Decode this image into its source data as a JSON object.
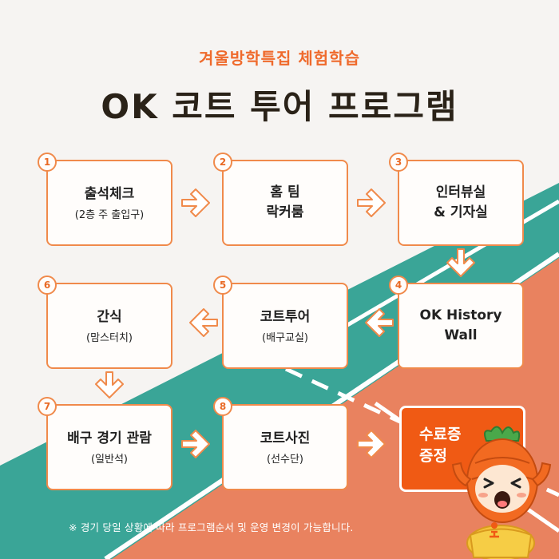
{
  "header": {
    "subtitle": "겨울방학특집 체험학습",
    "title": "OK 코트 투어 프로그램"
  },
  "steps": [
    {
      "num": "1",
      "main": "출석체크",
      "sub": "(2층 주 출입구)"
    },
    {
      "num": "2",
      "main": "홈 팀\n락커룸",
      "sub": ""
    },
    {
      "num": "3",
      "main": "인터뷰실\n& 기자실",
      "sub": ""
    },
    {
      "num": "4",
      "main": "OK History\nWall",
      "sub": ""
    },
    {
      "num": "5",
      "main": "코트투어",
      "sub": "(배구교실)"
    },
    {
      "num": "6",
      "main": "간식",
      "sub": "(맘스터치)"
    },
    {
      "num": "7",
      "main": "배구 경기 관람",
      "sub": "(일반석)"
    },
    {
      "num": "8",
      "main": "코트사진",
      "sub": "(선수단)"
    }
  ],
  "final_step": {
    "label": "수료증\n증정"
  },
  "footer": {
    "note": "※ 경기 당일 상황에 따라 프로그램순서 및 운영 변경이 가능합니다."
  },
  "colors": {
    "accent": "#f08a4b",
    "orange": "#f05a14",
    "teal": "#3aa597",
    "court": "#e9825f",
    "title": "#2a2218"
  },
  "icons": {
    "arrow": "arrow-icon",
    "mascot": "mascot-character-icon"
  }
}
